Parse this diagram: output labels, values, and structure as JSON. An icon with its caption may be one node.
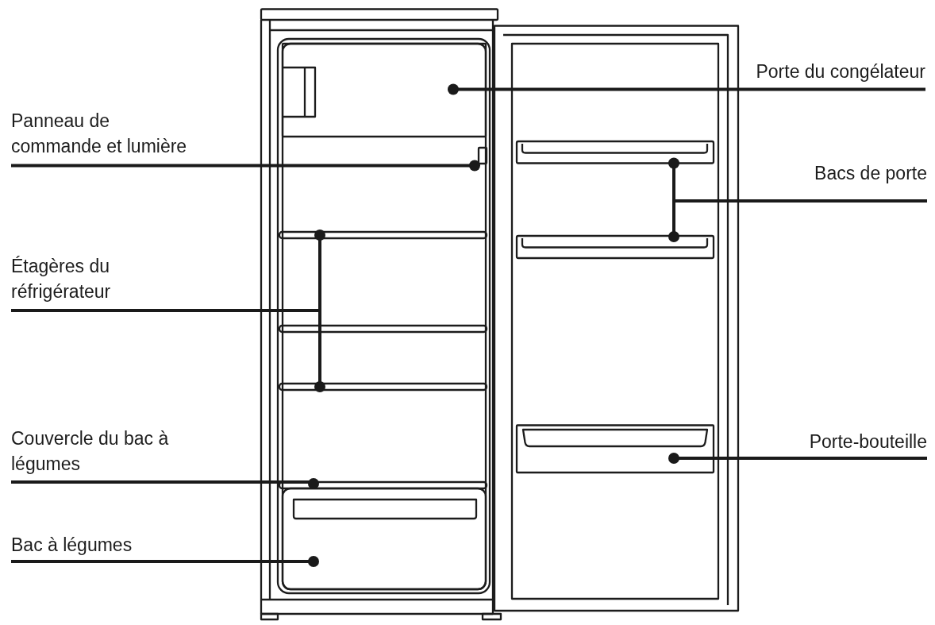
{
  "diagram": {
    "nodes": [
      {
        "text": [
          "Porte du congélateur"
        ]
      },
      {
        "text": [
          "Panneau de commande et lumière"
        ]
      },
      {
        "text": [
          "Bacs de porte"
        ]
      },
      {
        "text": [
          "Étagères du réfrigérateur"
        ]
      },
      {
        "text": [
          "Couvercle du bac à légumes"
        ]
      },
      {
        "text": [
          "Porte-bouteille"
        ]
      },
      {
        "text": [
          "Bac à légumes"
        ]
      },
      {
        "text": [],
        "shape": "box"
      },
      {
        "text": [],
        "shape": "box"
      },
      {
        "text": [],
        "shape": "box"
      },
      {
        "text": [],
        "shape": "box"
      },
      {
        "text": [],
        "shape": "bar"
      },
      {
        "text": [],
        "shape": "bar"
      },
      {
        "text": [],
        "shape": "bar"
      },
      {
        "text": [],
        "shape": "box"
      },
      {
        "text": [],
        "shape": "box"
      }
    ],
    "edges": [
      {
        "from": 0,
        "to": 7,
        "arrow": "other"
      },
      {
        "from": 1,
        "to": 8,
        "arrow": "other"
      },
      {
        "from": 2,
        "to": 9,
        "arrow": "other"
      },
      {
        "from": 2,
        "to": 10,
        "arrow": "other"
      },
      {
        "from": 3,
        "to": 11,
        "arrow": "other"
      },
      {
        "from": 3,
        "to": 12,
        "arrow": "other"
      },
      {
        "from": 4,
        "to": 13,
        "arrow": "other"
      },
      {
        "from": 5,
        "to": 14,
        "arrow": "other"
      },
      {
        "from": 6,
        "to": 15,
        "arrow": "other"
      }
    ]
  }
}
